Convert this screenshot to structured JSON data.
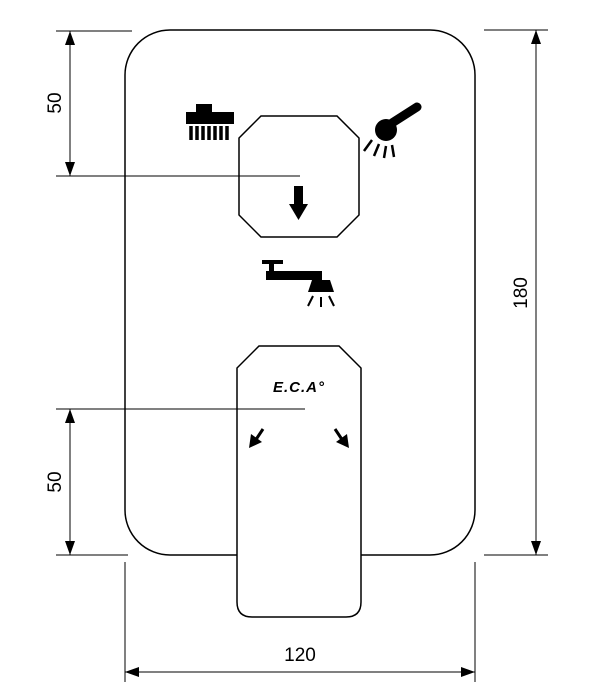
{
  "drawing": {
    "brand": "E.C.A°",
    "dimensions": {
      "height": "180",
      "width": "120",
      "top_offset": "50",
      "bottom_offset": "50"
    },
    "colors": {
      "line": "#000000",
      "background": "#ffffff"
    },
    "icons": {
      "tub_spout": "tub-spout-icon",
      "hand_shower": "hand-shower-icon",
      "diverter_arrow": "down-arrow-icon",
      "shower_arm": "shower-arm-icon",
      "rotate_left": "rotate-left-arrow-icon",
      "rotate_right": "rotate-right-arrow-icon"
    }
  }
}
